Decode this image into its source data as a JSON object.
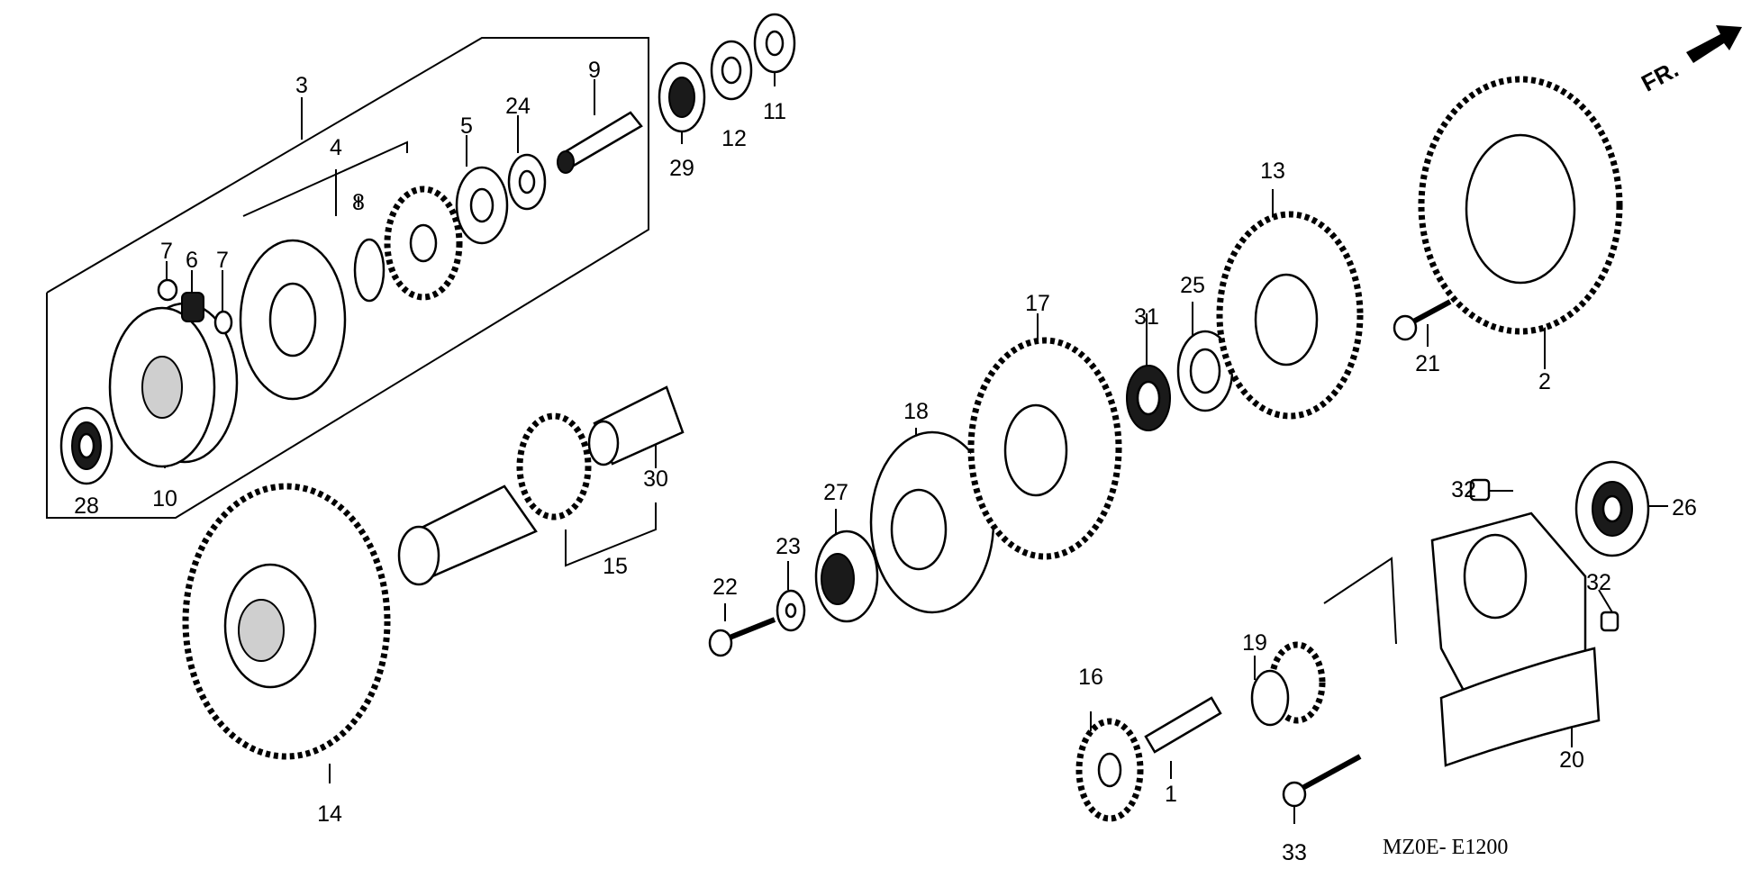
{
  "diagram": {
    "code": "MZ0E- E1200",
    "orientation_label": "FR.",
    "orientation_icon": "front-arrow-icon",
    "callouts": [
      "1",
      "2",
      "3",
      "4",
      "5",
      "6",
      "7",
      "7",
      "8",
      "9",
      "10",
      "11",
      "12",
      "13",
      "14",
      "15",
      "16",
      "17",
      "18",
      "19",
      "20",
      "21",
      "22",
      "23",
      "24",
      "25",
      "26",
      "27",
      "28",
      "29",
      "30",
      "31",
      "32",
      "32",
      "33"
    ]
  }
}
